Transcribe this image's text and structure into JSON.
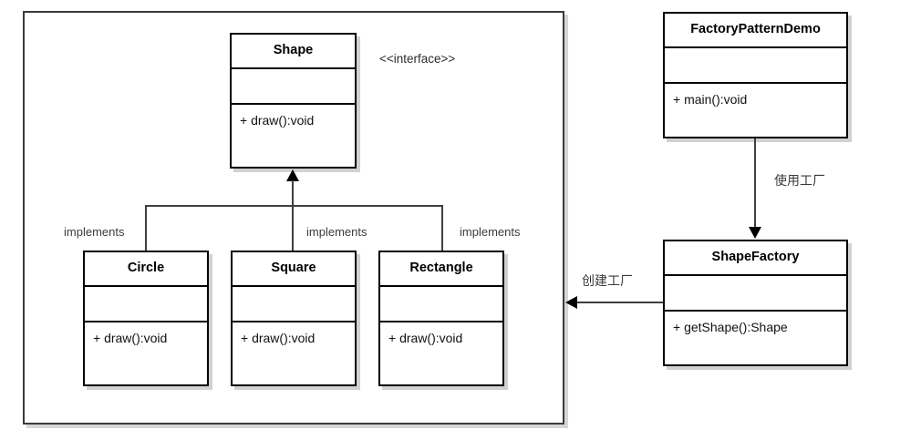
{
  "diagram": {
    "type": "uml-class-diagram",
    "title": "Factory Pattern Class Diagram",
    "background_color": "#ffffff",
    "line_color": "#3f3f3f",
    "box_border_color": "#000000",
    "shadow_color": "#cccccc"
  },
  "package": {
    "name": "shape-package-frame"
  },
  "classes": {
    "shape": {
      "name": "Shape",
      "stereotype": "<<interface>>",
      "attributes": [],
      "methods": [
        "+ draw():void"
      ]
    },
    "circle": {
      "name": "Circle",
      "attributes": [],
      "methods": [
        "+ draw():void"
      ]
    },
    "square": {
      "name": "Square",
      "attributes": [],
      "methods": [
        "+ draw():void"
      ]
    },
    "rectangle": {
      "name": "Rectangle",
      "attributes": [],
      "methods": [
        "+ draw():void"
      ]
    },
    "factory_pattern_demo": {
      "name": "FactoryPatternDemo",
      "attributes": [],
      "methods": [
        "+ main():void"
      ]
    },
    "shape_factory": {
      "name": "ShapeFactory",
      "attributes": [],
      "methods": [
        "+ getShape():Shape"
      ]
    }
  },
  "relations": {
    "implements_circle": "implements",
    "implements_square": "implements",
    "implements_rectangle": "implements",
    "uses_factory": "使用工厂",
    "creates_shape": "创建工厂"
  }
}
